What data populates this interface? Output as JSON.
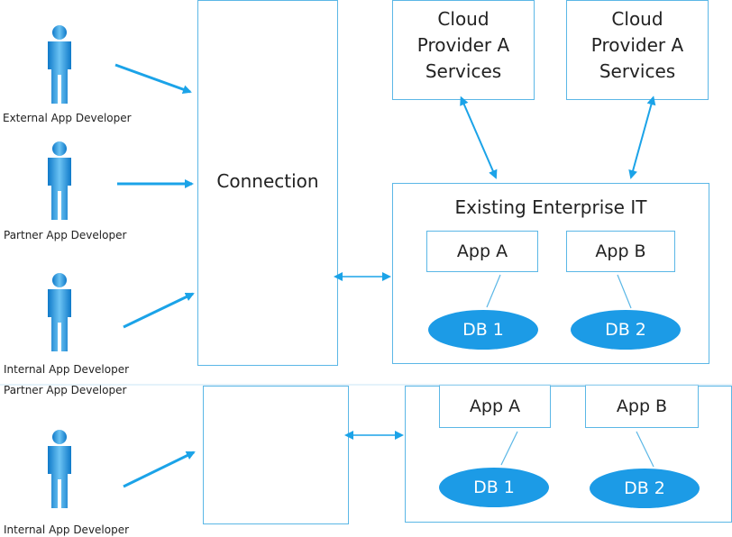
{
  "developers": {
    "d1": "External App Developer",
    "d2": "Partner App Developer",
    "d3": "Internal App Developer",
    "d4": "Partner App Developer",
    "d5": "Internal App Developer"
  },
  "connection": {
    "label": "Connection"
  },
  "cloud": {
    "left": "Cloud\nProvider A\nServices",
    "right": "Cloud\nProvider A\nServices"
  },
  "enterprise": {
    "title": "Existing Enterprise IT"
  },
  "top_apps": {
    "app_a": "App A",
    "app_b": "App B",
    "db1": "DB 1",
    "db2": "DB 2"
  },
  "bottom_apps": {
    "app_a": "App A",
    "app_b": "App B",
    "db1": "DB 1",
    "db2": "DB 2"
  },
  "colors": {
    "line": "#5bb7e6",
    "arrow": "#1ba3e8",
    "db_fill": "#1c9be6",
    "person": "#1d8fe0"
  }
}
